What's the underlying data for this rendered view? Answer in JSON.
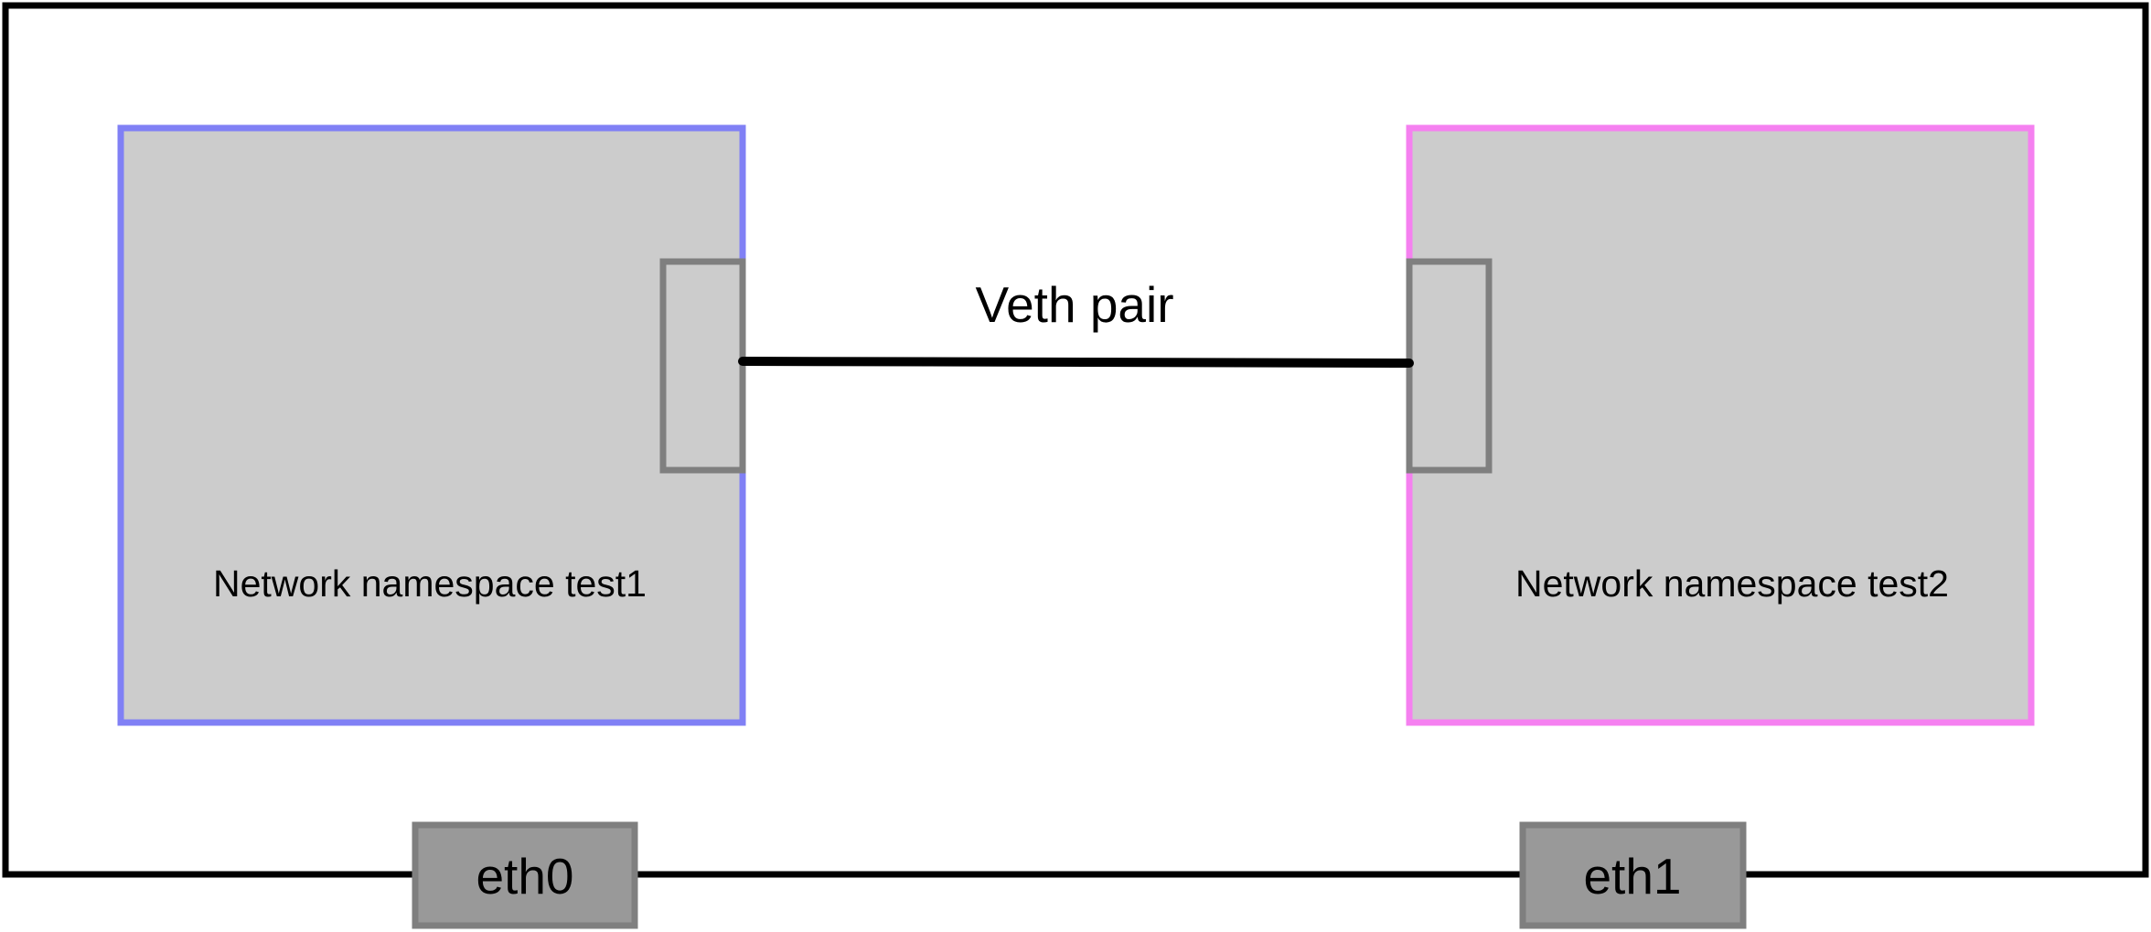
{
  "host": {
    "border_color": "#000000",
    "background": "#ffffff"
  },
  "namespaces": [
    {
      "label": "Network namespace test1",
      "border_color": "#8080f5",
      "fill_color": "#cccccc"
    },
    {
      "label": "Network namespace test2",
      "border_color": "#f580f0",
      "fill_color": "#cccccc"
    }
  ],
  "veth": {
    "label": "Veth pair",
    "line_color": "#000000",
    "endpoint_border_color": "#7f7f7f"
  },
  "interfaces": [
    {
      "label": "eth0",
      "fill_color": "#999999",
      "border_color": "#7f7f7f"
    },
    {
      "label": "eth1",
      "fill_color": "#999999",
      "border_color": "#7f7f7f"
    }
  ]
}
